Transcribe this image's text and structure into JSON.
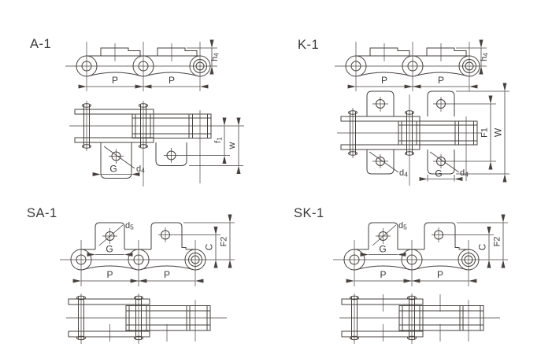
{
  "meta": {
    "line_color": "#46413f",
    "text_color": "#3a3a3a",
    "background": "#ffffff"
  },
  "panels": {
    "a1": {
      "title": "A-1",
      "p_left": "P",
      "p_right": "P",
      "h4": {
        "base": "h",
        "sub": "4"
      },
      "f1": {
        "base": "f",
        "sub": "1"
      },
      "w": "w",
      "g": "G",
      "d4": {
        "base": "d",
        "sub": "4"
      }
    },
    "k1": {
      "title": "K-1",
      "p_left": "P",
      "p_right": "P",
      "h4": {
        "base": "h",
        "sub": "4"
      },
      "f1": "F1",
      "w": "W",
      "g": "G",
      "d4_left": {
        "base": "d",
        "sub": "4"
      },
      "d4_right": {
        "base": "d",
        "sub": "4"
      }
    },
    "sa1": {
      "title": "SA-1",
      "p_left": "P",
      "p_right": "P",
      "d5": {
        "base": "d",
        "sub": "5"
      },
      "g": "G",
      "c": "C",
      "f2": "F2"
    },
    "sk1": {
      "title": "SK-1",
      "p_left": "P",
      "p_right": "P",
      "d5": {
        "base": "d",
        "sub": "5"
      },
      "g": "G",
      "c": "C",
      "f2": "F2"
    }
  }
}
